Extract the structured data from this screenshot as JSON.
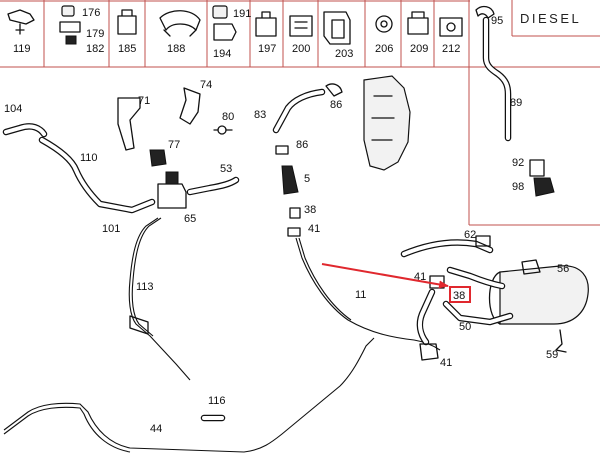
{
  "diagram": {
    "header_label": "DIESEL",
    "header_parts": [
      "119",
      "176",
      "179",
      "182",
      "185",
      "188",
      "191",
      "194",
      "197",
      "200",
      "203",
      "206",
      "209",
      "212"
    ],
    "inset_parts": [
      "95",
      "89",
      "92",
      "98"
    ],
    "main_parts": [
      "104",
      "110",
      "101",
      "113",
      "71",
      "74",
      "77",
      "80",
      "65",
      "53",
      "83",
      "86",
      "86",
      "5",
      "38",
      "41",
      "11",
      "62",
      "56",
      "41",
      "50",
      "41",
      "59",
      "116",
      "44"
    ],
    "highlighted_part": "38",
    "colors": {
      "grid_lines": "#c0504d",
      "arrow": "#e0282e",
      "highlight_box": "#e0282e",
      "line_art": "#111111"
    }
  }
}
